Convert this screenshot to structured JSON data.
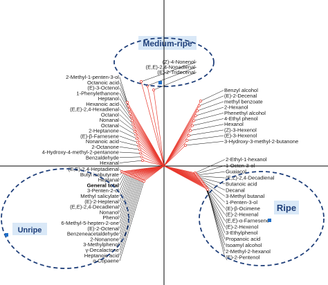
{
  "groups": {
    "medium_ripe": "Medium-ripe",
    "unripe": "Unripe",
    "ripe": "Ripe"
  },
  "colors": {
    "ray": "#e8392e",
    "leader": "#000000",
    "ellipse": "#1f3f7a",
    "group_marker": "#1f6fc8"
  },
  "chart_data": {
    "type": "scatter",
    "top_labels": [
      "(Z)-4-Nonenol",
      "(E,E)-2,4-Nonadienal",
      "(E)-2-Tridecenal"
    ],
    "left_upper_labels": [
      "2-Methyl-1-penten-3-ol",
      "Octanoic acid",
      "(E)-3-Octenol",
      "1-Phenylethanone",
      "Heptanol",
      "Hexanoic acid",
      "(E,E)-2,4-Hexadienal",
      "Octanol",
      "Nonanal",
      "Octanal",
      "2-Heptanone",
      "(E)-β-Farnesene",
      "Nonanoic acid",
      "2-Octanone",
      "4-Hydroxy-4-methyl-2-pentanone",
      "Benzaldehyde",
      "Hexanal"
    ],
    "left_lower_labels": [
      "(E,E)-2,4-Heptadienal",
      "Butyl isobutyrate",
      "Heptanal",
      "General total",
      "3-Penten-2-ol",
      "Methyl salicylate",
      "(E)-2-Heptenal",
      "(E,E)-2,4-Decadienal",
      "Nonanol",
      "Phenol",
      "6-Methyl-5-hepten-2-one",
      "(E)-2-Octenal",
      "Benzeneacetaldehyde",
      "2-Nonanone",
      "3-Methylphenol",
      "γ-Decalactone",
      "Heptanoic acid",
      "α-Copaene"
    ],
    "right_upper_labels": [
      "Benzyl alcohol",
      "(E)-2-Decenal",
      "methyl benzoate",
      "2-Hexanol",
      "Phenethyl alcohol",
      "4-Ethyl phenol",
      "Hexanol",
      "(Z)-3-Hexenol",
      "(E)-3-Hexenol",
      "3-Hydroxy-3-methyl-2-butanone"
    ],
    "right_lower_labels": [
      "2-Ethyl-1-hexanol",
      "1-Octen-3-ol",
      "Guaiacol",
      "(E,Z)-2,4-Decadienal",
      "Butanoic acid",
      "Decanal",
      "3-Methyl butanal",
      "1-Penten-3-ol",
      "(E)-β-Ocimene",
      "(E)-2-Hexenal",
      "(E,E)-α-Farnesene",
      "(E)-2-Hexenol",
      "3-Ethylphenol",
      "Propanoic acid",
      "Isoamyl alcohol",
      "2-Methyl-2-hexanol",
      "(E)-2-Pentenol"
    ],
    "bold_labels": [
      "General total"
    ]
  }
}
